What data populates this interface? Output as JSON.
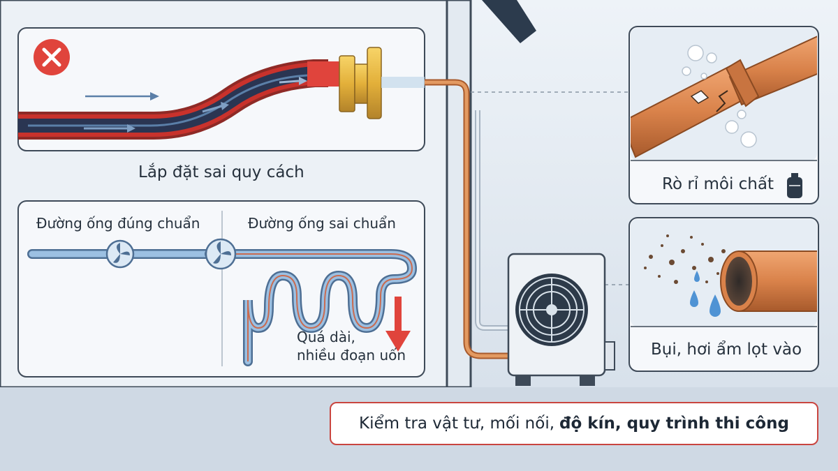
{
  "panels": {
    "wrong_install": {
      "caption": "Lắp đặt sai quy cách",
      "icon": "error-x-icon"
    },
    "pipe_compare": {
      "left_label": "Đường ống đúng chuẩn",
      "right_label": "Đường ống sai chuẩn",
      "note_line1": "Quá dài,",
      "note_line2": "nhiều đoạn uốn"
    },
    "leak": {
      "caption": "Rò rỉ môi chất",
      "icon": "gas-cylinder-icon"
    },
    "dust": {
      "caption": "Bụi, hơi ẩm lọt vào"
    }
  },
  "banner": {
    "normal": "Kiểm tra vật tư, mối nối,",
    "bold": "độ kín, quy trình thi công"
  },
  "colors": {
    "copper": "#d98545",
    "hot_pipe": "#c8322c",
    "cold_flow": "#5b7fa8",
    "alert_red": "#e0443c",
    "panel_border": "#3e4a58"
  }
}
